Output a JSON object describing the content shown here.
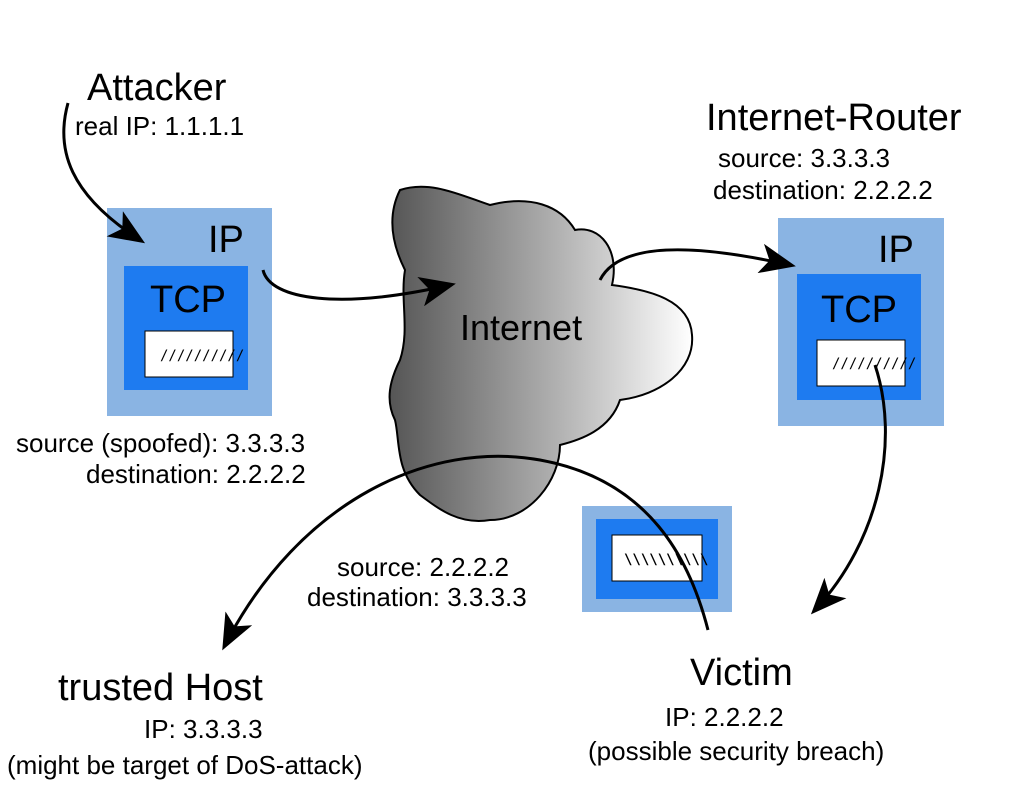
{
  "attacker": {
    "title": "Attacker",
    "ip": "real IP: 1.1.1.1"
  },
  "attacker_packet": {
    "ip_label": "IP",
    "tcp_label": "TCP",
    "payload": "//////////",
    "source": "source (spoofed): 3.3.3.3",
    "destination": "destination: 2.2.2.2"
  },
  "internet": {
    "label": "Internet"
  },
  "router": {
    "title": "Internet-Router",
    "source": "source: 3.3.3.3",
    "destination": "destination: 2.2.2.2",
    "ip_label": "IP",
    "tcp_label": "TCP",
    "payload": "//////////"
  },
  "reply_packet": {
    "payload": "\\\\\\\\\\\\\\\\\\\\",
    "source": "source: 2.2.2.2",
    "destination": "destination: 3.3.3.3"
  },
  "trusted_host": {
    "title": "trusted Host",
    "ip": "IP: 3.3.3.3",
    "note": "(might be target of DoS-attack)"
  },
  "victim": {
    "title": "Victim",
    "ip": "IP: 2.2.2.2",
    "note": "(possible security breach)"
  },
  "colors": {
    "ip_box": "#8ab4e3",
    "tcp_box": "#1e7bf0",
    "payload_box": "#ffffff",
    "cloud_dark": "#5a5a5a",
    "cloud_light": "#ffffff"
  }
}
